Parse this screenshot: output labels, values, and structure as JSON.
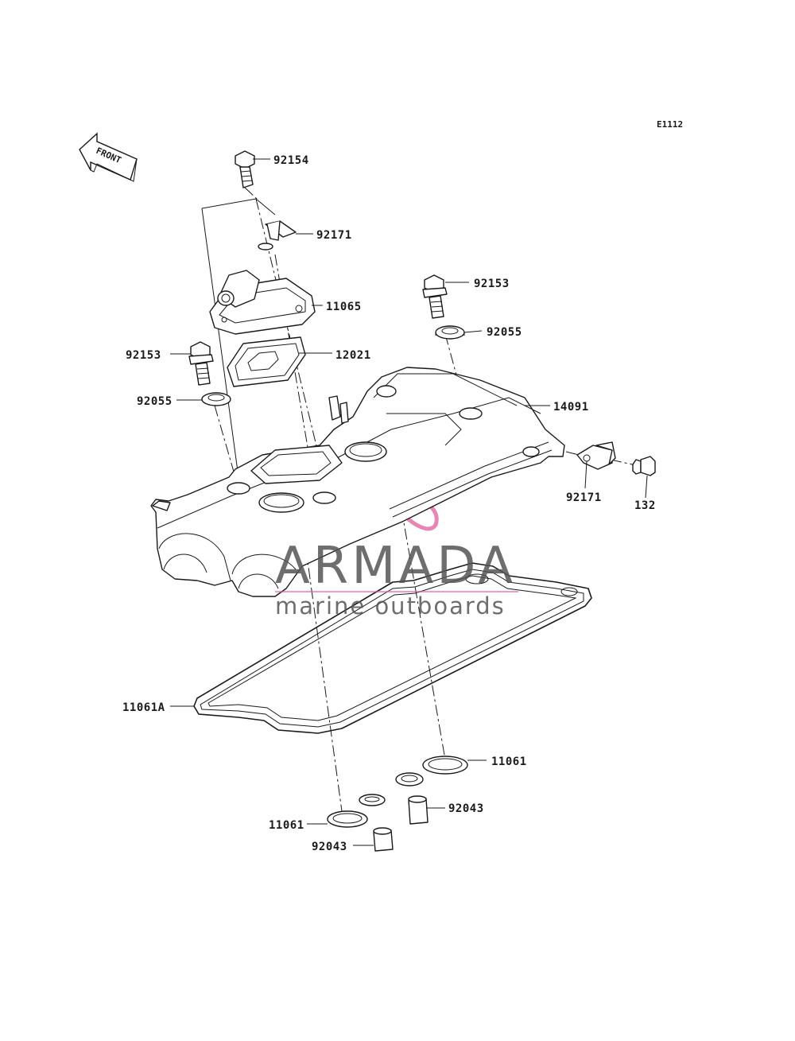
{
  "diagram": {
    "reference_code": "E1112",
    "direction_label": "FRONT",
    "part_labels": {
      "p92154": "92154",
      "p92171_top": "92171",
      "p92153_right": "92153",
      "p11065": "11065",
      "p92055_right": "92055",
      "p92153_left": "92153",
      "p12021": "12021",
      "p92055_left": "92055",
      "p14091": "14091",
      "p92171_right": "92171",
      "p132": "132",
      "p11061A": "11061A",
      "p11061_right": "11061",
      "p92043_right": "92043",
      "p11061_left": "11061",
      "p92043_left": "92043"
    }
  },
  "watermark": {
    "brand": "ARMADA",
    "tagline": "marine outboards",
    "accent_color": "#e05c9b"
  }
}
